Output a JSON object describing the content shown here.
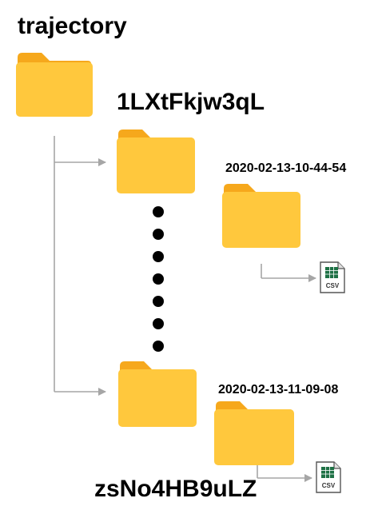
{
  "root": {
    "label": "trajectory"
  },
  "sessions": [
    {
      "label": "1LXtFkjw3qL",
      "timestamp": "2020-02-13-10-44-54",
      "file_icon_text": "CSV"
    },
    {
      "label": "zsNo4HB9uLZ",
      "timestamp": "2020-02-13-11-09-08",
      "file_icon_text": "CSV"
    }
  ],
  "colors": {
    "folder_body": "#FFC83D",
    "folder_tab": "#F6A81C",
    "connector": "#A6A6A6",
    "csv_green": "#1E7145",
    "dots": "#000000"
  },
  "icons": [
    "folder-icon",
    "csv-file-icon",
    "arrow-icon",
    "ellipsis-dots"
  ]
}
